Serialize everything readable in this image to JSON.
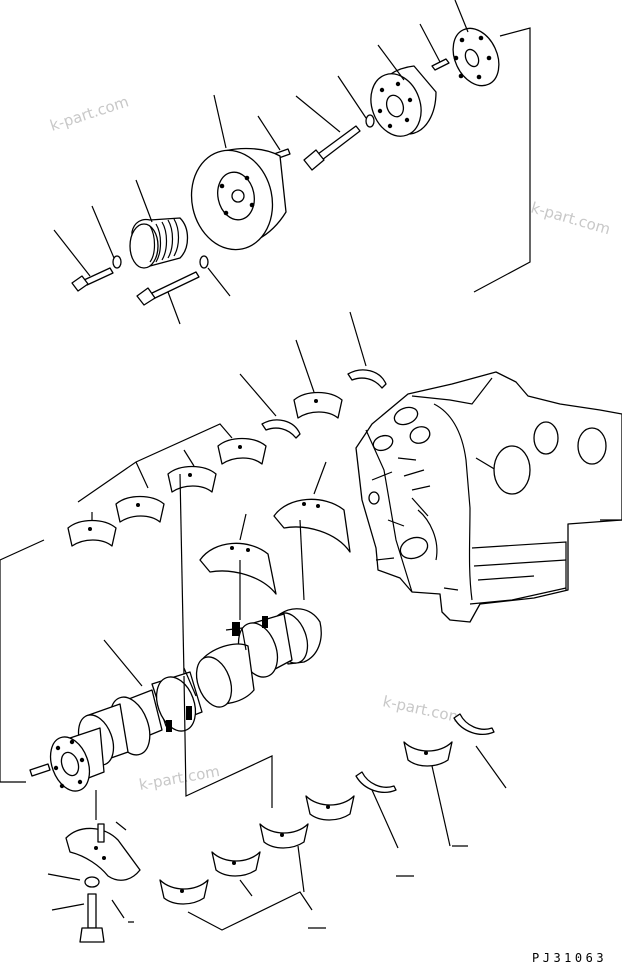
{
  "watermarks": [
    "k-part.com",
    "k-part.com",
    "k-part.com",
    "k-part.com"
  ],
  "drawing_code": "PJ31063"
}
